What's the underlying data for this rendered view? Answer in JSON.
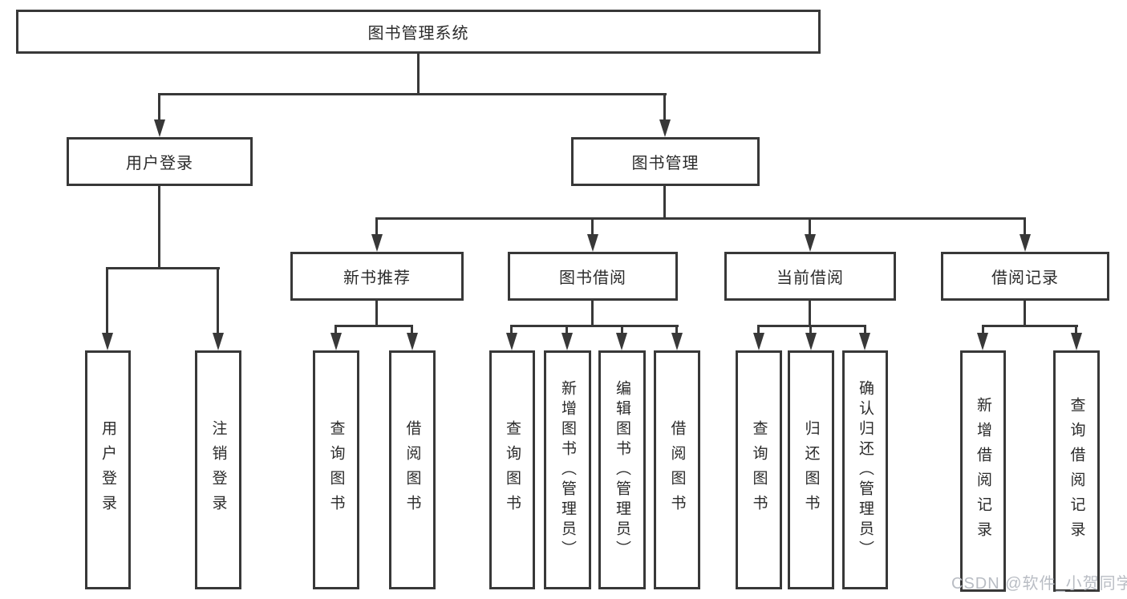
{
  "nodes": {
    "root": {
      "label": "图书管理系统"
    },
    "user_login": {
      "label": "用户登录"
    },
    "book_management": {
      "label": "图书管理"
    },
    "new_book_recommend": {
      "label": "新书推荐"
    },
    "book_borrow": {
      "label": "图书借阅"
    },
    "current_borrow": {
      "label": "当前借阅"
    },
    "borrow_record": {
      "label": "借阅记录"
    },
    "leaf_user_login": {
      "label": "用户登录"
    },
    "leaf_logout": {
      "label": "注销登录"
    },
    "leaf_nbr_query_book": {
      "label": "查询图书"
    },
    "leaf_nbr_borrow_book": {
      "label": "借阅图书"
    },
    "leaf_bb_query_book": {
      "label": "查询图书"
    },
    "leaf_bb_add_book": {
      "label": "新增图书（管理员）"
    },
    "leaf_bb_edit_book": {
      "label": "编辑图书（管理员）"
    },
    "leaf_bb_borrow_book": {
      "label": "借阅图书"
    },
    "leaf_cb_query_book": {
      "label": "查询图书"
    },
    "leaf_cb_return_book": {
      "label": "归还图书"
    },
    "leaf_cb_confirm_return": {
      "label": "确认归还（管理员）"
    },
    "leaf_br_add_record": {
      "label": "新增借阅记录"
    },
    "leaf_br_query_record": {
      "label": "查询借阅记录"
    }
  },
  "watermark": {
    "text": "CSDN @软件_小贺同学"
  },
  "colors": {
    "line": "#383838",
    "box_border": "#383838",
    "box_fill": "#ffffff",
    "text": "#2b2b2b",
    "watermark": "#b9bdc4"
  }
}
